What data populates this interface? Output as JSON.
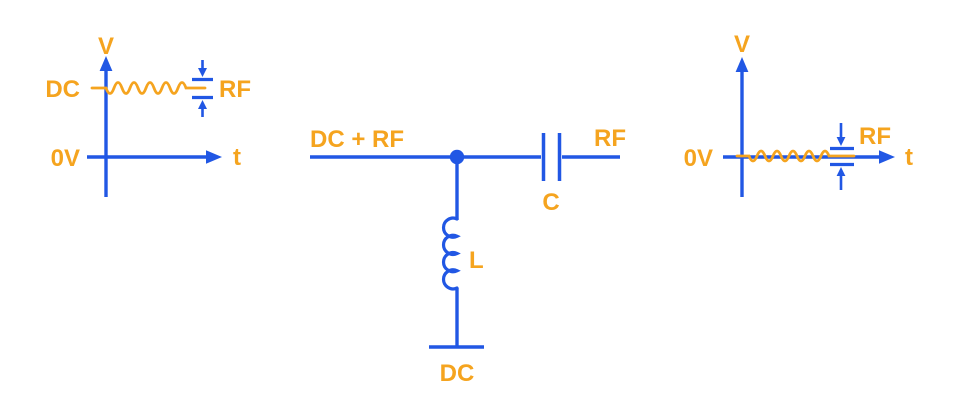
{
  "colors": {
    "blue": "#2157E4",
    "orange": "#F5A41F",
    "background": "#FFFFFF"
  },
  "input_graph": {
    "v_axis_label": "V",
    "t_axis_label": "t",
    "dc_level_label": "DC",
    "zero_level_label": "0V",
    "rf_amplitude_label": "RF"
  },
  "circuit": {
    "input_label": "DC + RF",
    "rf_output_label": "RF",
    "capacitor_label": "C",
    "inductor_label": "L",
    "dc_output_label": "DC"
  },
  "output_graph": {
    "v_axis_label": "V",
    "t_axis_label": "t",
    "zero_level_label": "0V",
    "rf_amplitude_label": "RF"
  }
}
